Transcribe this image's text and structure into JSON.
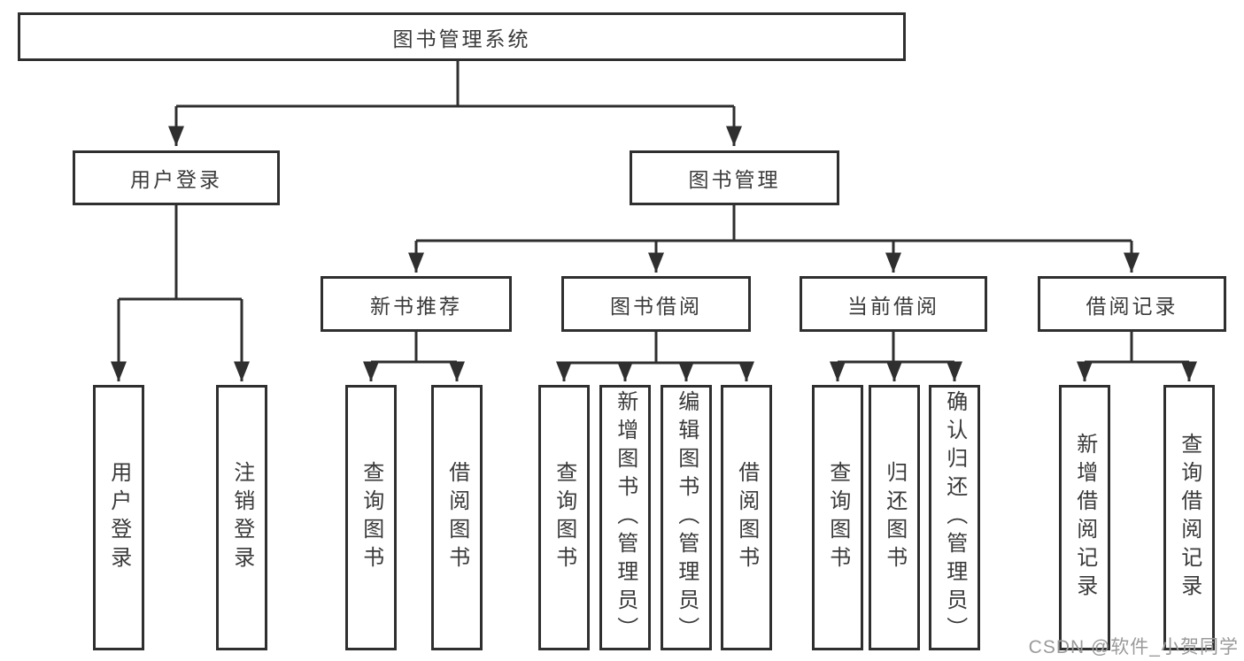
{
  "diagram": {
    "type": "hierarchy-tree",
    "colors": {
      "line": "#2f2f2f",
      "text": "#3a3a3a",
      "background": "#ffffff",
      "watermark": "#9a9a9a"
    }
  },
  "tree": {
    "root": {
      "label": "图书管理系统",
      "children": [
        {
          "label": "用户登录",
          "children": [
            {
              "label": "用户登录"
            },
            {
              "label": "注销登录"
            }
          ]
        },
        {
          "label": "图书管理",
          "children": [
            {
              "label": "新书推荐",
              "children": [
                {
                  "label": "查询图书"
                },
                {
                  "label": "借阅图书"
                }
              ]
            },
            {
              "label": "图书借阅",
              "children": [
                {
                  "label": "查询图书"
                },
                {
                  "label": "新增图书（管理员）"
                },
                {
                  "label": "编辑图书（管理员）"
                },
                {
                  "label": "借阅图书"
                }
              ]
            },
            {
              "label": "当前借阅",
              "children": [
                {
                  "label": "查询图书"
                },
                {
                  "label": "归还图书"
                },
                {
                  "label": "确认归还（管理员）"
                }
              ]
            },
            {
              "label": "借阅记录",
              "children": [
                {
                  "label": "新增借阅记录"
                },
                {
                  "label": "查询借阅记录"
                }
              ]
            }
          ]
        }
      ]
    }
  },
  "watermark": {
    "text": "CSDN @软件_小贺同学"
  }
}
